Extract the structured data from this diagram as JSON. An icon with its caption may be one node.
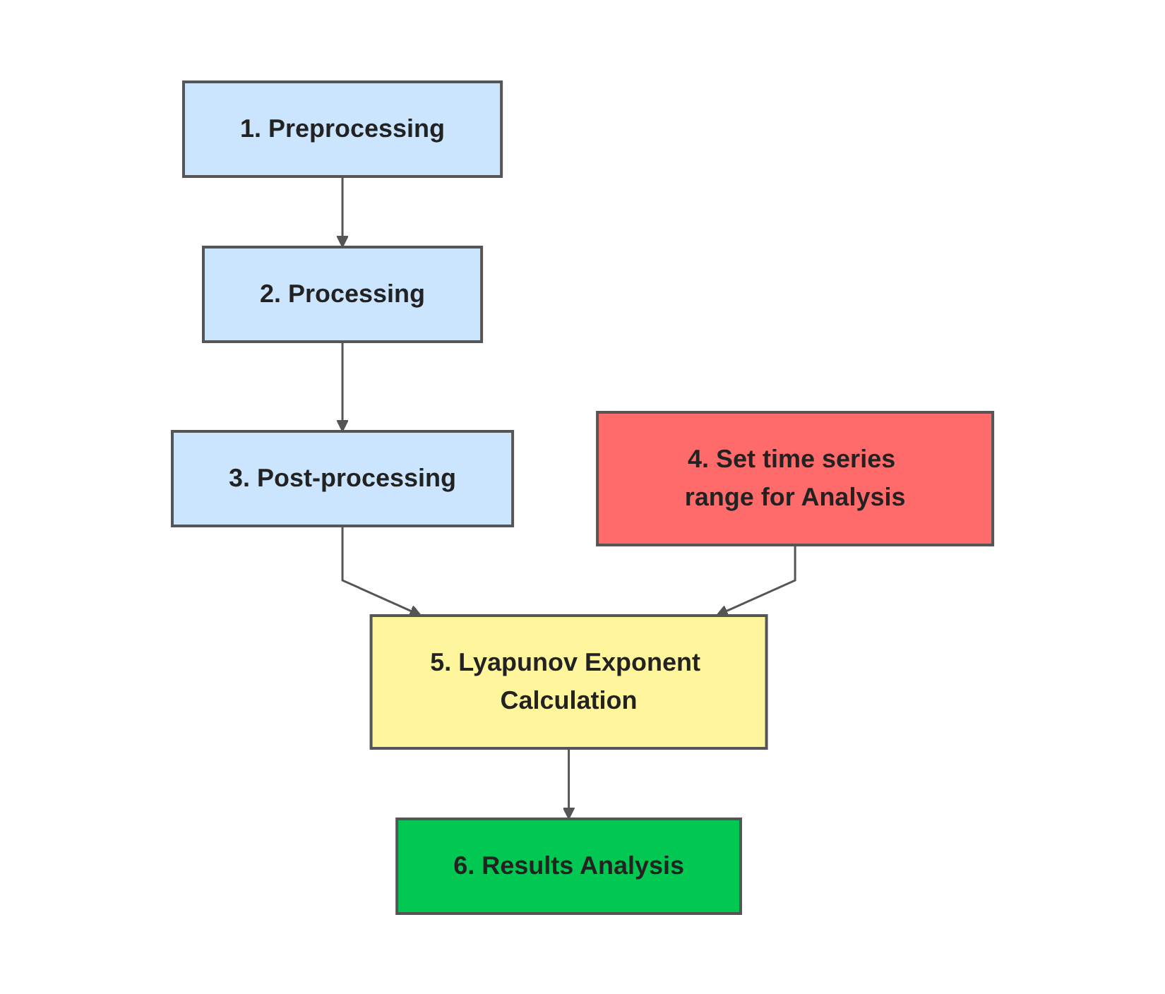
{
  "diagram": {
    "nodes": [
      {
        "text": [
          "1. Preprocessing"
        ]
      },
      {
        "text": [
          "2. Processing"
        ]
      },
      {
        "text": [
          "3. Post-processing"
        ]
      },
      {
        "text": [
          "4. Set time series range for Analysis"
        ]
      },
      {
        "text": [
          "5. Lyapunov Exponent Calculation"
        ]
      },
      {
        "text": [
          "6. Results Analysis"
        ]
      }
    ],
    "edges": [
      {
        "from": 0,
        "to": 1,
        "arrow": "to"
      },
      {
        "from": 1,
        "to": 2,
        "arrow": "to"
      },
      {
        "from": 2,
        "to": 4,
        "arrow": "to"
      },
      {
        "from": 3,
        "to": 4,
        "arrow": "to"
      },
      {
        "from": 4,
        "to": 5,
        "arrow": "to"
      }
    ]
  }
}
